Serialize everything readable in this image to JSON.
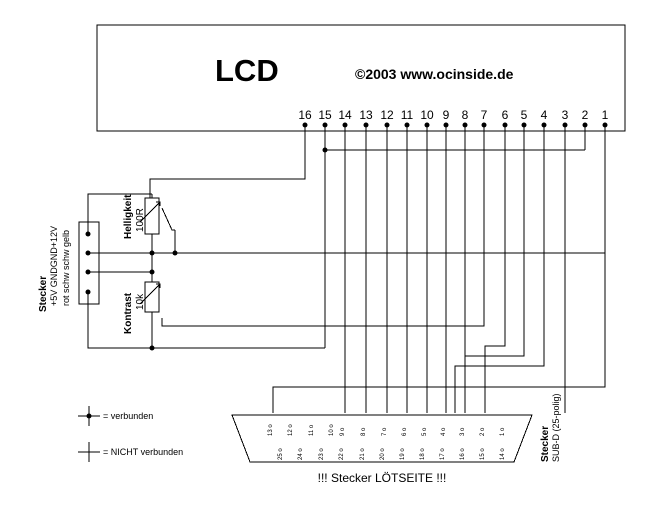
{
  "lcd": {
    "title": "LCD",
    "copyright": "©2003 www.ocinside.de",
    "pins": [
      "16",
      "15",
      "14",
      "13",
      "12",
      "11",
      "10",
      "9",
      "8",
      "7",
      "6",
      "5",
      "4",
      "3",
      "2",
      "1"
    ]
  },
  "power_connector": {
    "title": "Stecker",
    "pins_label": "+5V  GNDGND+12V",
    "colors_label": "rot  schw schw gelb"
  },
  "pot_brightness": {
    "name": "Helligkeit",
    "value": "100R"
  },
  "pot_contrast": {
    "name": "Kontrast",
    "value": "10k"
  },
  "legend": {
    "connected": "= verbunden",
    "not_connected": "= NICHT verbunden"
  },
  "subd": {
    "title": "Stecker",
    "subtitle": "SUB-D (25-polig)",
    "top_pins": [
      "13",
      "12",
      "11",
      "10",
      "9",
      "8",
      "7",
      "6",
      "5",
      "4",
      "3",
      "2",
      "1"
    ],
    "bottom_pins": [
      "25",
      "24",
      "23",
      "22",
      "21",
      "20",
      "19",
      "18",
      "17",
      "16",
      "15",
      "14"
    ],
    "caption": "!!! Stecker LÖTSEITE !!!"
  }
}
